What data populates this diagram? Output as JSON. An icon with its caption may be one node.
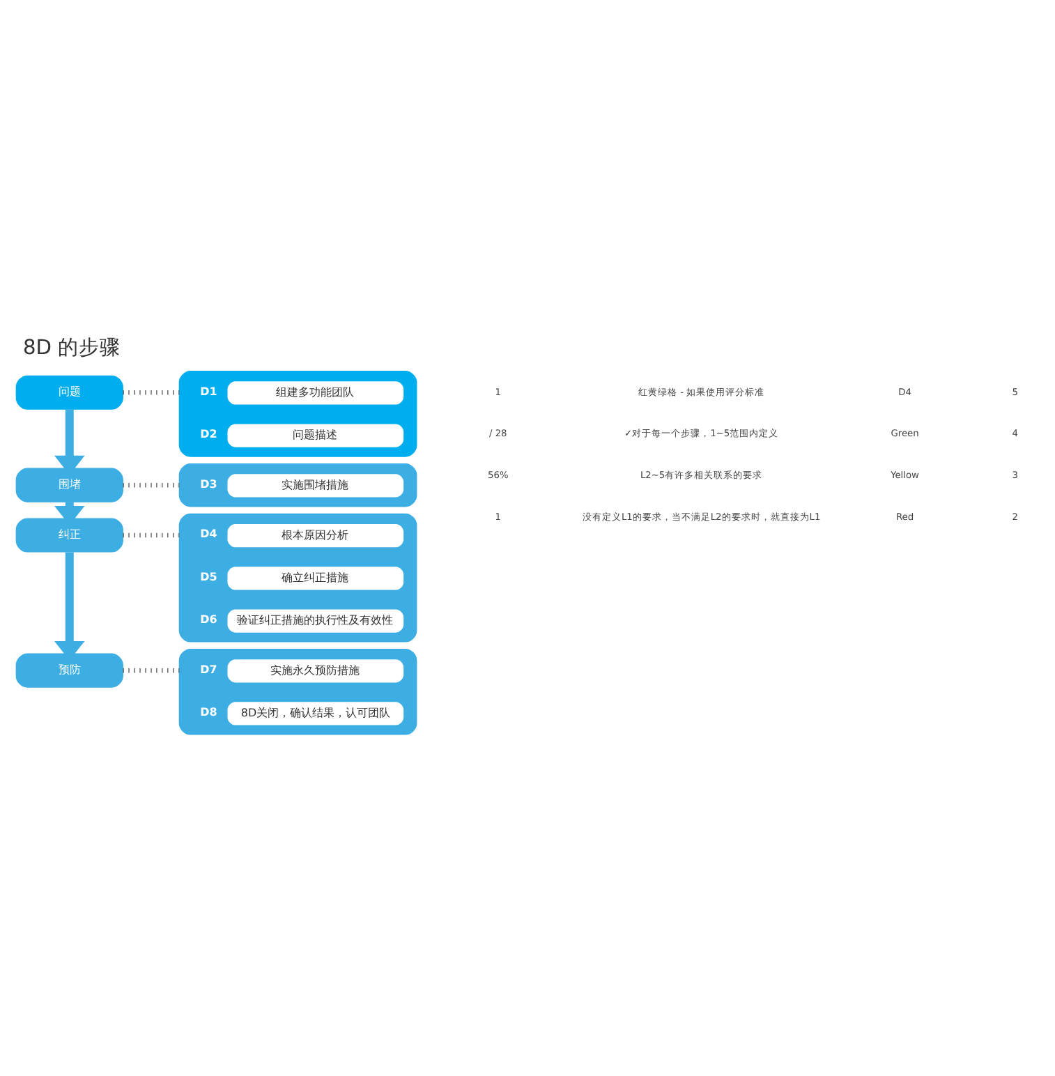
{
  "diagram": {
    "title": "8D 的步骤",
    "nodes": [
      {
        "text": [
          "问题"
        ]
      },
      {
        "text": [
          "围堵"
        ]
      },
      {
        "text": [
          "纠正"
        ]
      },
      {
        "text": [
          "预防"
        ]
      },
      {
        "text": [],
        "shape": "box"
      },
      {
        "text": [
          "D1",
          "组建多功能团队"
        ],
        "in": 4
      },
      {
        "text": [
          "D2",
          "问题描述"
        ],
        "in": 4
      },
      {
        "text": [],
        "shape": "box"
      },
      {
        "text": [
          "D3",
          "实施围堵措施"
        ],
        "in": 7
      },
      {
        "text": [],
        "shape": "box"
      },
      {
        "text": [
          "D4",
          "根本原因分析"
        ],
        "in": 9
      },
      {
        "text": [
          "D5",
          "确立纠正措施"
        ],
        "in": 9
      },
      {
        "text": [
          "D6",
          "验证纠正措施的执行性及有效性"
        ],
        "in": 9
      },
      {
        "text": [],
        "shape": "box"
      },
      {
        "text": [
          "D7",
          "实施永久预防措施"
        ],
        "in": 13
      },
      {
        "text": [
          "D8",
          "8D关闭，确认结果，认可团队"
        ],
        "in": 13
      }
    ],
    "edges": [
      {
        "from": 0,
        "to": 1,
        "arrow": "to",
        "style": "thick",
        "color": "#3daee3"
      },
      {
        "from": 1,
        "to": 2,
        "arrow": "to",
        "style": "thick",
        "color": "#3daee3"
      },
      {
        "from": 2,
        "to": 3,
        "arrow": "to",
        "style": "thick",
        "color": "#3daee3"
      },
      {
        "from": 0,
        "to": 4,
        "arrow": "none",
        "style": "dashed"
      },
      {
        "from": 1,
        "to": 7,
        "arrow": "none",
        "style": "dashed"
      },
      {
        "from": 2,
        "to": 9,
        "arrow": "none",
        "style": "dashed"
      },
      {
        "from": 3,
        "to": 13,
        "arrow": "none",
        "style": "dashed"
      }
    ],
    "labels": [
      "1",
      "/ 28",
      "56%",
      "1",
      "红黄绿格 - 如果使用评分标准",
      "✓对于每一个步骤，1~5范围内定义",
      "L2~5有许多相关联系的要求",
      "没有定义L1的要求，当不满足L2的要求时，就直接为L1",
      "D4",
      "Green",
      "Yellow",
      "Red",
      "5",
      "4",
      "3",
      "2"
    ]
  }
}
